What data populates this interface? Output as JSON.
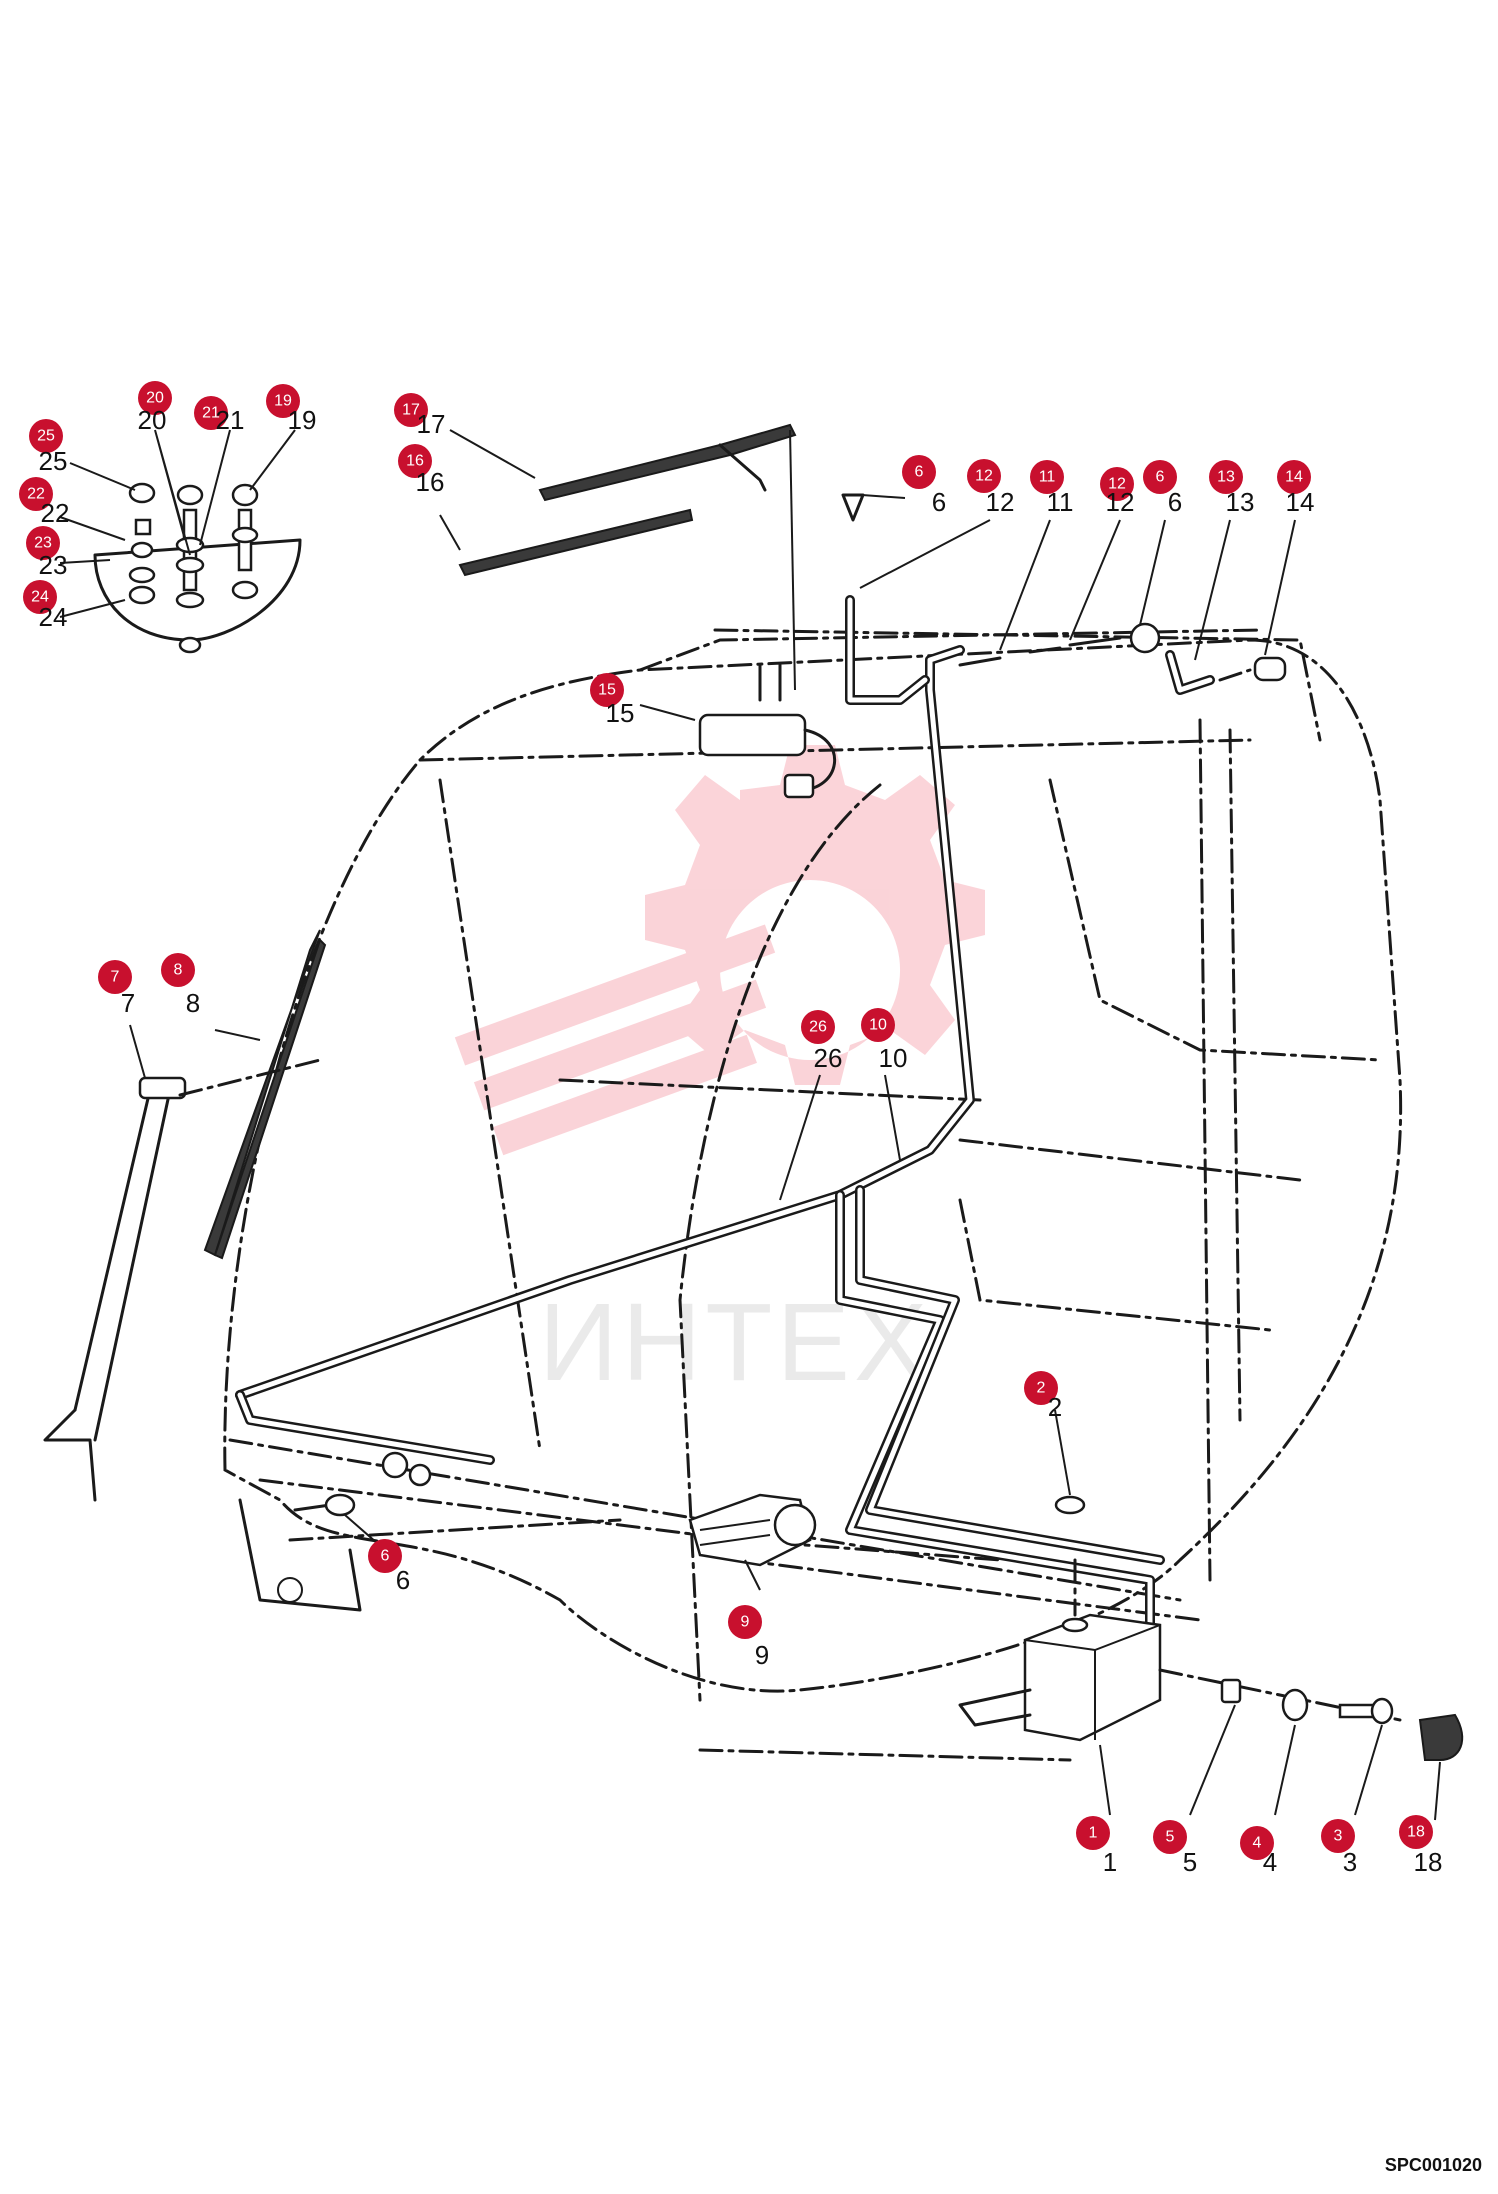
{
  "watermark": {
    "text": "ИНТЕХ",
    "color": "#e8132e"
  },
  "doc_code": "SPC001020",
  "callout_color": "#c8102e",
  "callouts": [
    {
      "n": "25"
    },
    {
      "n": "20"
    },
    {
      "n": "21"
    },
    {
      "n": "19"
    },
    {
      "n": "22"
    },
    {
      "n": "23"
    },
    {
      "n": "24"
    },
    {
      "n": "17"
    },
    {
      "n": "16"
    },
    {
      "n": "6"
    },
    {
      "n": "12"
    },
    {
      "n": "11"
    },
    {
      "n": "12"
    },
    {
      "n": "6"
    },
    {
      "n": "13"
    },
    {
      "n": "14"
    },
    {
      "n": "15"
    },
    {
      "n": "7"
    },
    {
      "n": "8"
    },
    {
      "n": "26"
    },
    {
      "n": "10"
    },
    {
      "n": "2"
    },
    {
      "n": "6"
    },
    {
      "n": "9"
    },
    {
      "n": "1"
    },
    {
      "n": "5"
    },
    {
      "n": "4"
    },
    {
      "n": "3"
    },
    {
      "n": "18"
    }
  ],
  "labels": [
    {
      "n": "25"
    },
    {
      "n": "20"
    },
    {
      "n": "21"
    },
    {
      "n": "19"
    },
    {
      "n": "22"
    },
    {
      "n": "23"
    },
    {
      "n": "24"
    },
    {
      "n": "17"
    },
    {
      "n": "16"
    },
    {
      "n": "6"
    },
    {
      "n": "12"
    },
    {
      "n": "11"
    },
    {
      "n": "12"
    },
    {
      "n": "6"
    },
    {
      "n": "13"
    },
    {
      "n": "14"
    },
    {
      "n": "15"
    },
    {
      "n": "7"
    },
    {
      "n": "8"
    },
    {
      "n": "26"
    },
    {
      "n": "10"
    },
    {
      "n": "2"
    },
    {
      "n": "6"
    },
    {
      "n": "9"
    },
    {
      "n": "1"
    },
    {
      "n": "5"
    },
    {
      "n": "4"
    },
    {
      "n": "3"
    },
    {
      "n": "18"
    }
  ]
}
